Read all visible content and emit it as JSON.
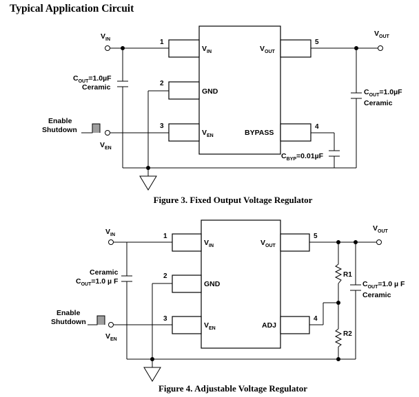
{
  "heading": "Typical Application Circuit",
  "fig3": {
    "caption": "Figure 3. Fixed Output Voltage Regulator",
    "vin": "V",
    "vin_sub": "IN",
    "vout": "V",
    "vout_sub": "OUT",
    "ven": "V",
    "ven_sub": "EN",
    "cin_line1": "C",
    "cin_line1_sub": "OUT",
    "cin_line1_value": "=1.0µF",
    "cin_line2": "Ceramic",
    "cout_line1": "C",
    "cout_line1_sub": "OUT",
    "cout_line1_value": "=1.0µF",
    "cout_line2": "Ceramic",
    "enable": "Enable",
    "shutdown": "Shutdown",
    "pin1": "1",
    "pin2": "2",
    "pin3": "3",
    "pin4": "4",
    "pin5": "5",
    "ic_vin": "V",
    "ic_vin_sub": "IN",
    "ic_gnd": "GND",
    "ic_ven": "V",
    "ic_ven_sub": "EN",
    "ic_vout": "V",
    "ic_vout_sub": "OUT",
    "ic_bypass": "BYPASS",
    "cbyp": "C",
    "cbyp_sub": "BYP",
    "cbyp_value": "=0.01µF"
  },
  "fig4": {
    "caption": "Figure 4. Adjustable Voltage Regulator",
    "vin": "V",
    "vin_sub": "IN",
    "vout": "V",
    "vout_sub": "OUT",
    "ven": "V",
    "ven_sub": "EN",
    "cin_line1": "Ceramic",
    "cin_line2": "C",
    "cin_line2_sub": "OUT",
    "cin_line2_value": "=1.0 µ F",
    "cout_line1": "C",
    "cout_line1_sub": "OUT",
    "cout_line1_value": "=1.0 µ F",
    "cout_line2": "Ceramic",
    "enable": "Enable",
    "shutdown": "Shutdown",
    "pin1": "1",
    "pin2": "2",
    "pin3": "3",
    "pin4": "4",
    "pin5": "5",
    "ic_vin": "V",
    "ic_vin_sub": "IN",
    "ic_gnd": "GND",
    "ic_ven": "V",
    "ic_ven_sub": "EN",
    "ic_vout": "V",
    "ic_vout_sub": "OUT",
    "ic_adj": "ADJ",
    "r1": "R1",
    "r2": "R2"
  }
}
